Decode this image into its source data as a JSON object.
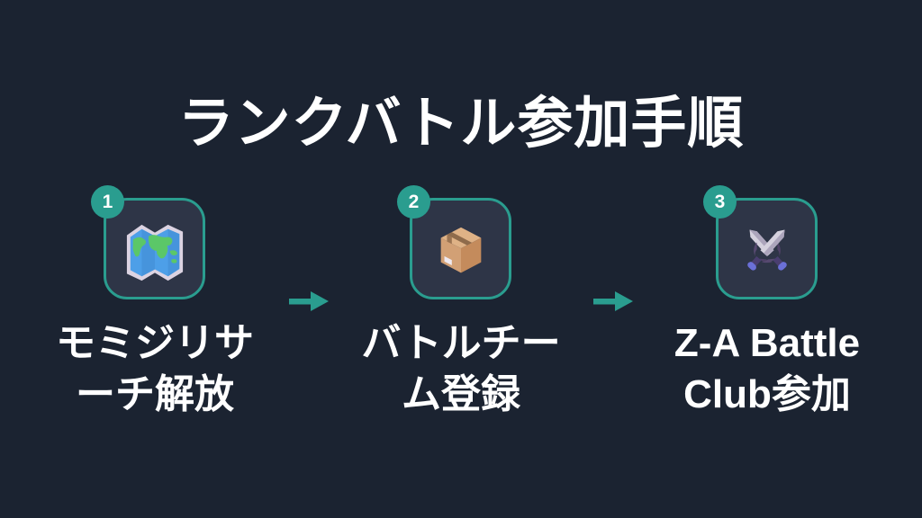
{
  "title": "ランクバトル参加手順",
  "theme": {
    "background": "#1B2331",
    "card_fill": "#2E3547",
    "accent_teal": "#2A9D8F",
    "text_color": "#FFFFFF"
  },
  "steps": [
    {
      "number": "1",
      "icon": "world-map-icon",
      "label": "モミジリサーチ解放",
      "label_line1": "モミジリサ",
      "label_line2": "ーチ解放"
    },
    {
      "number": "2",
      "icon": "package-box-icon",
      "label": "バトルチーム登録",
      "label_line1": "バトルチー",
      "label_line2": "ム登録"
    },
    {
      "number": "3",
      "icon": "crossed-swords-icon",
      "label": "Z-A Battle Club参加",
      "label_line1": "Z-A Battle",
      "label_line2": "Club参加"
    }
  ],
  "connectors": [
    {
      "icon": "arrow-right-icon"
    },
    {
      "icon": "arrow-right-icon"
    }
  ]
}
